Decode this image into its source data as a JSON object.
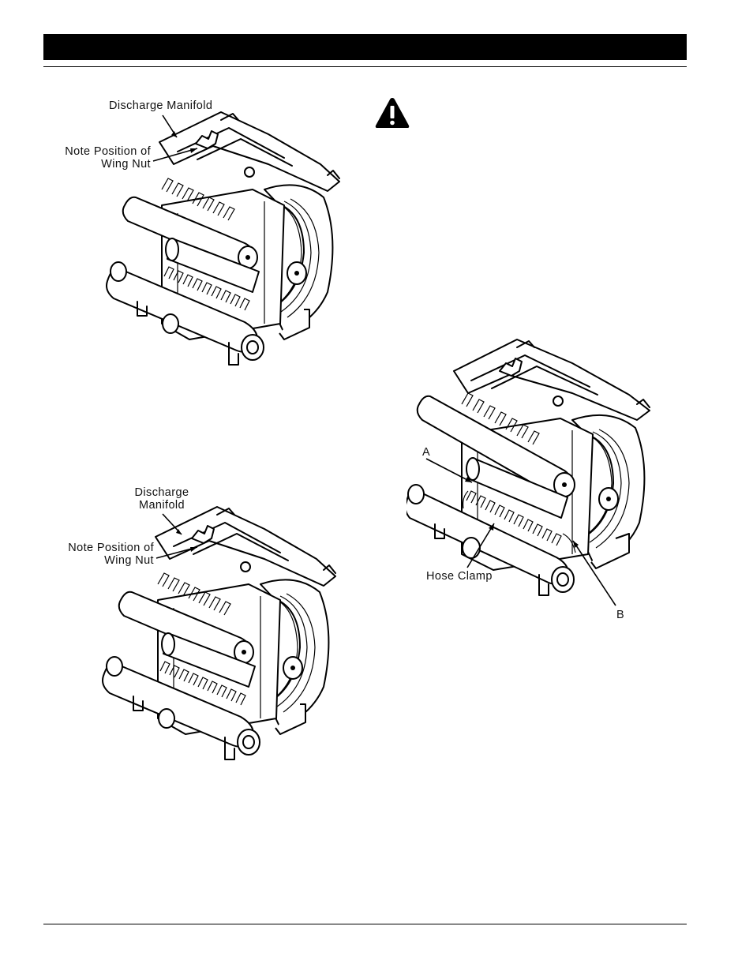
{
  "figures": {
    "fig1": {
      "label_discharge": "Discharge Manifold",
      "label_note_line1": "Note Position of",
      "label_note_line2": "Wing Nut"
    },
    "fig2": {
      "label_discharge_line1": "Discharge",
      "label_discharge_line2": "Manifold",
      "label_note_line1": "Note Position of",
      "label_note_line2": "Wing Nut"
    },
    "fig3": {
      "label_a": "A",
      "label_hose_clamp": "Hose Clamp",
      "label_b": "B"
    }
  },
  "icons": {
    "warning": "warning-triangle-icon"
  }
}
